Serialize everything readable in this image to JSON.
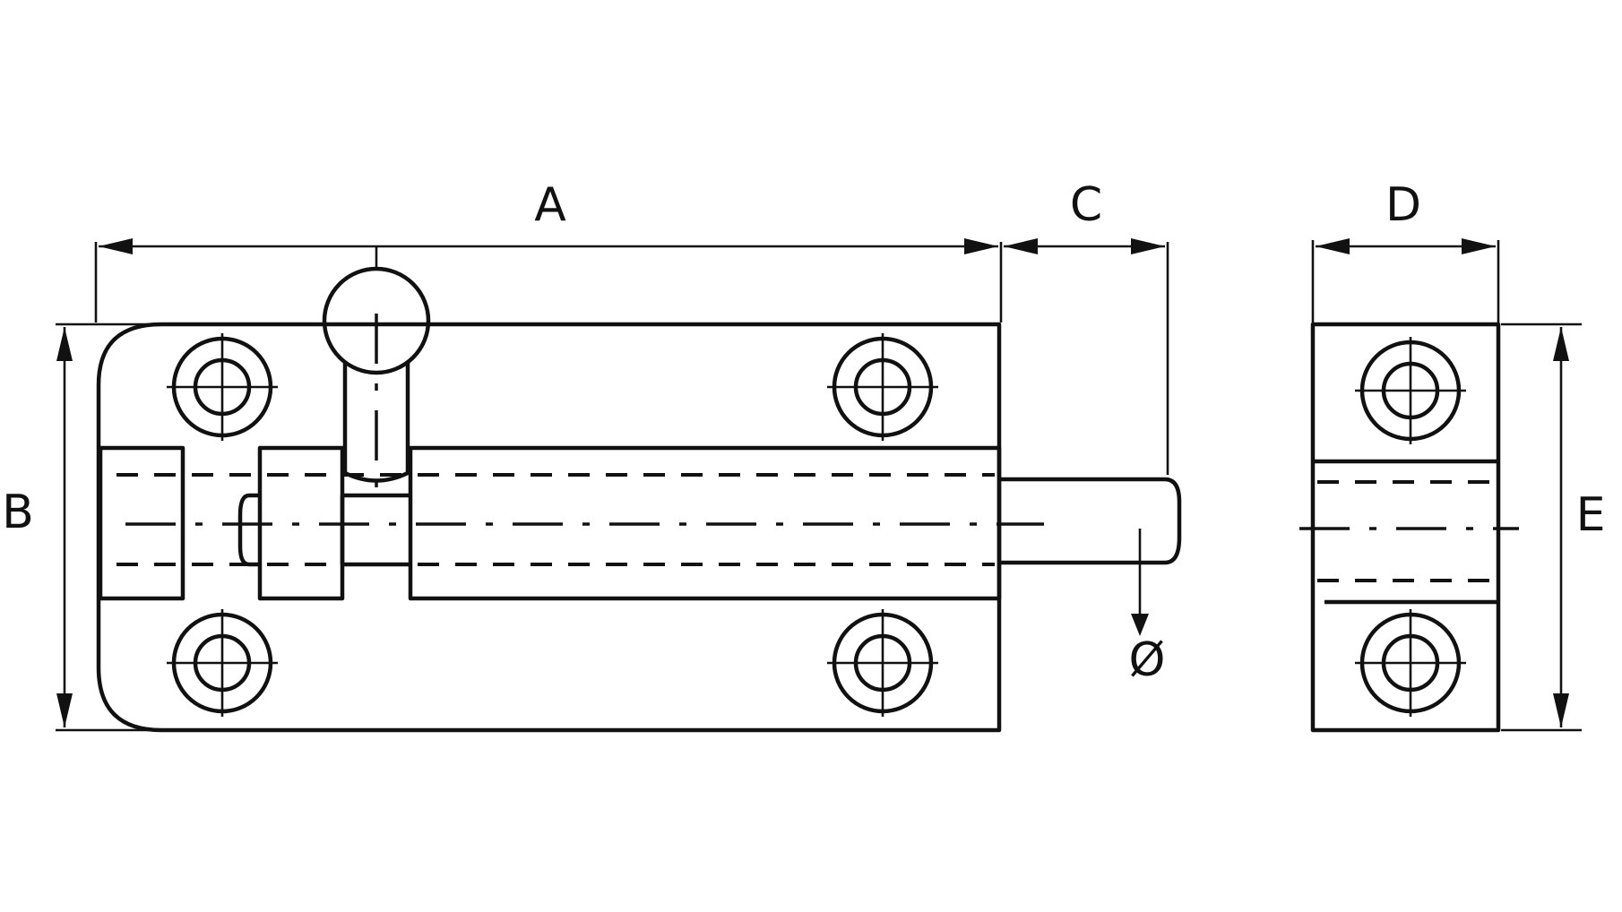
{
  "labels": {
    "a": "A",
    "b": "B",
    "c": "C",
    "d": "D",
    "e": "E",
    "diameter": "Ø"
  }
}
